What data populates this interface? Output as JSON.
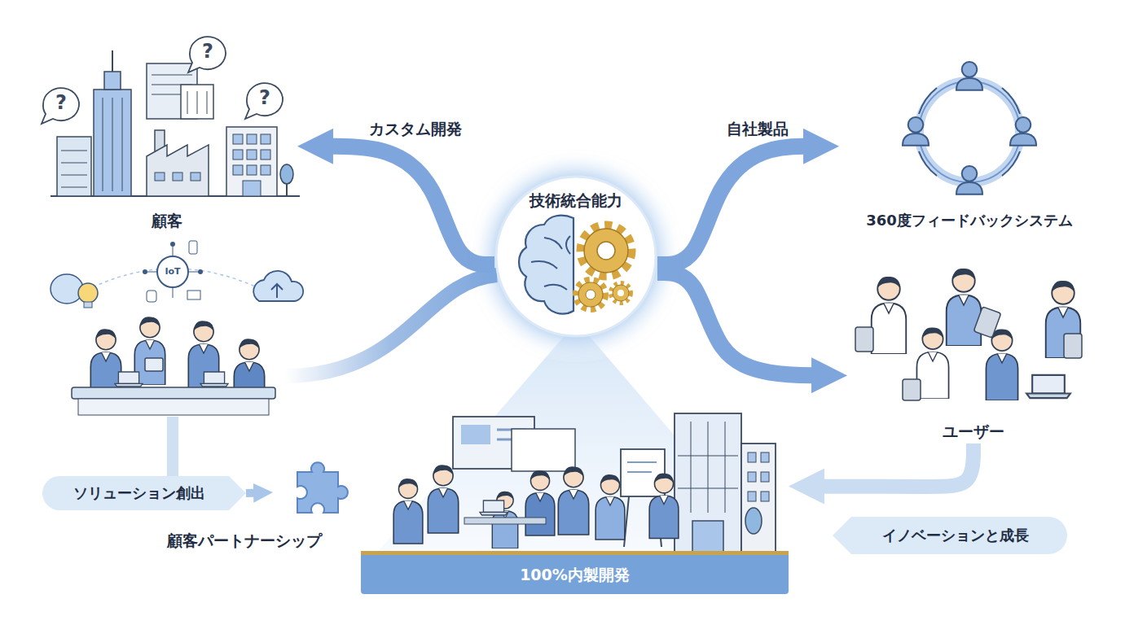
{
  "diagram": {
    "nodes": [
      {
        "text": [
          "技術統合能力"
        ]
      },
      {
        "text": [
          "顧客"
        ]
      },
      {
        "text": [
          "360度フィードバックシステム"
        ]
      },
      {
        "text": [
          "ユーザー"
        ]
      },
      {
        "text": [
          "100%内製開発"
        ]
      },
      {
        "text": [
          "ソリューション創出"
        ]
      },
      {
        "text": [
          "顧客パートナーシップ"
        ]
      },
      {
        "text": [
          "イノベーションと成長"
        ]
      }
    ],
    "edges": [
      {
        "from": 0,
        "to": 1,
        "label": "カスタム開発",
        "arrow": "to"
      },
      {
        "from": 0,
        "to": 2,
        "label": "自社製品",
        "arrow": "to"
      },
      {
        "from": 0,
        "to": 3,
        "arrow": "to"
      },
      {
        "from": 3,
        "to": 4,
        "arrow": "to"
      },
      {
        "from": 5,
        "to": 6,
        "arrow": "to"
      }
    ],
    "labels": [
      "?",
      "?",
      "?",
      "IoT"
    ]
  }
}
